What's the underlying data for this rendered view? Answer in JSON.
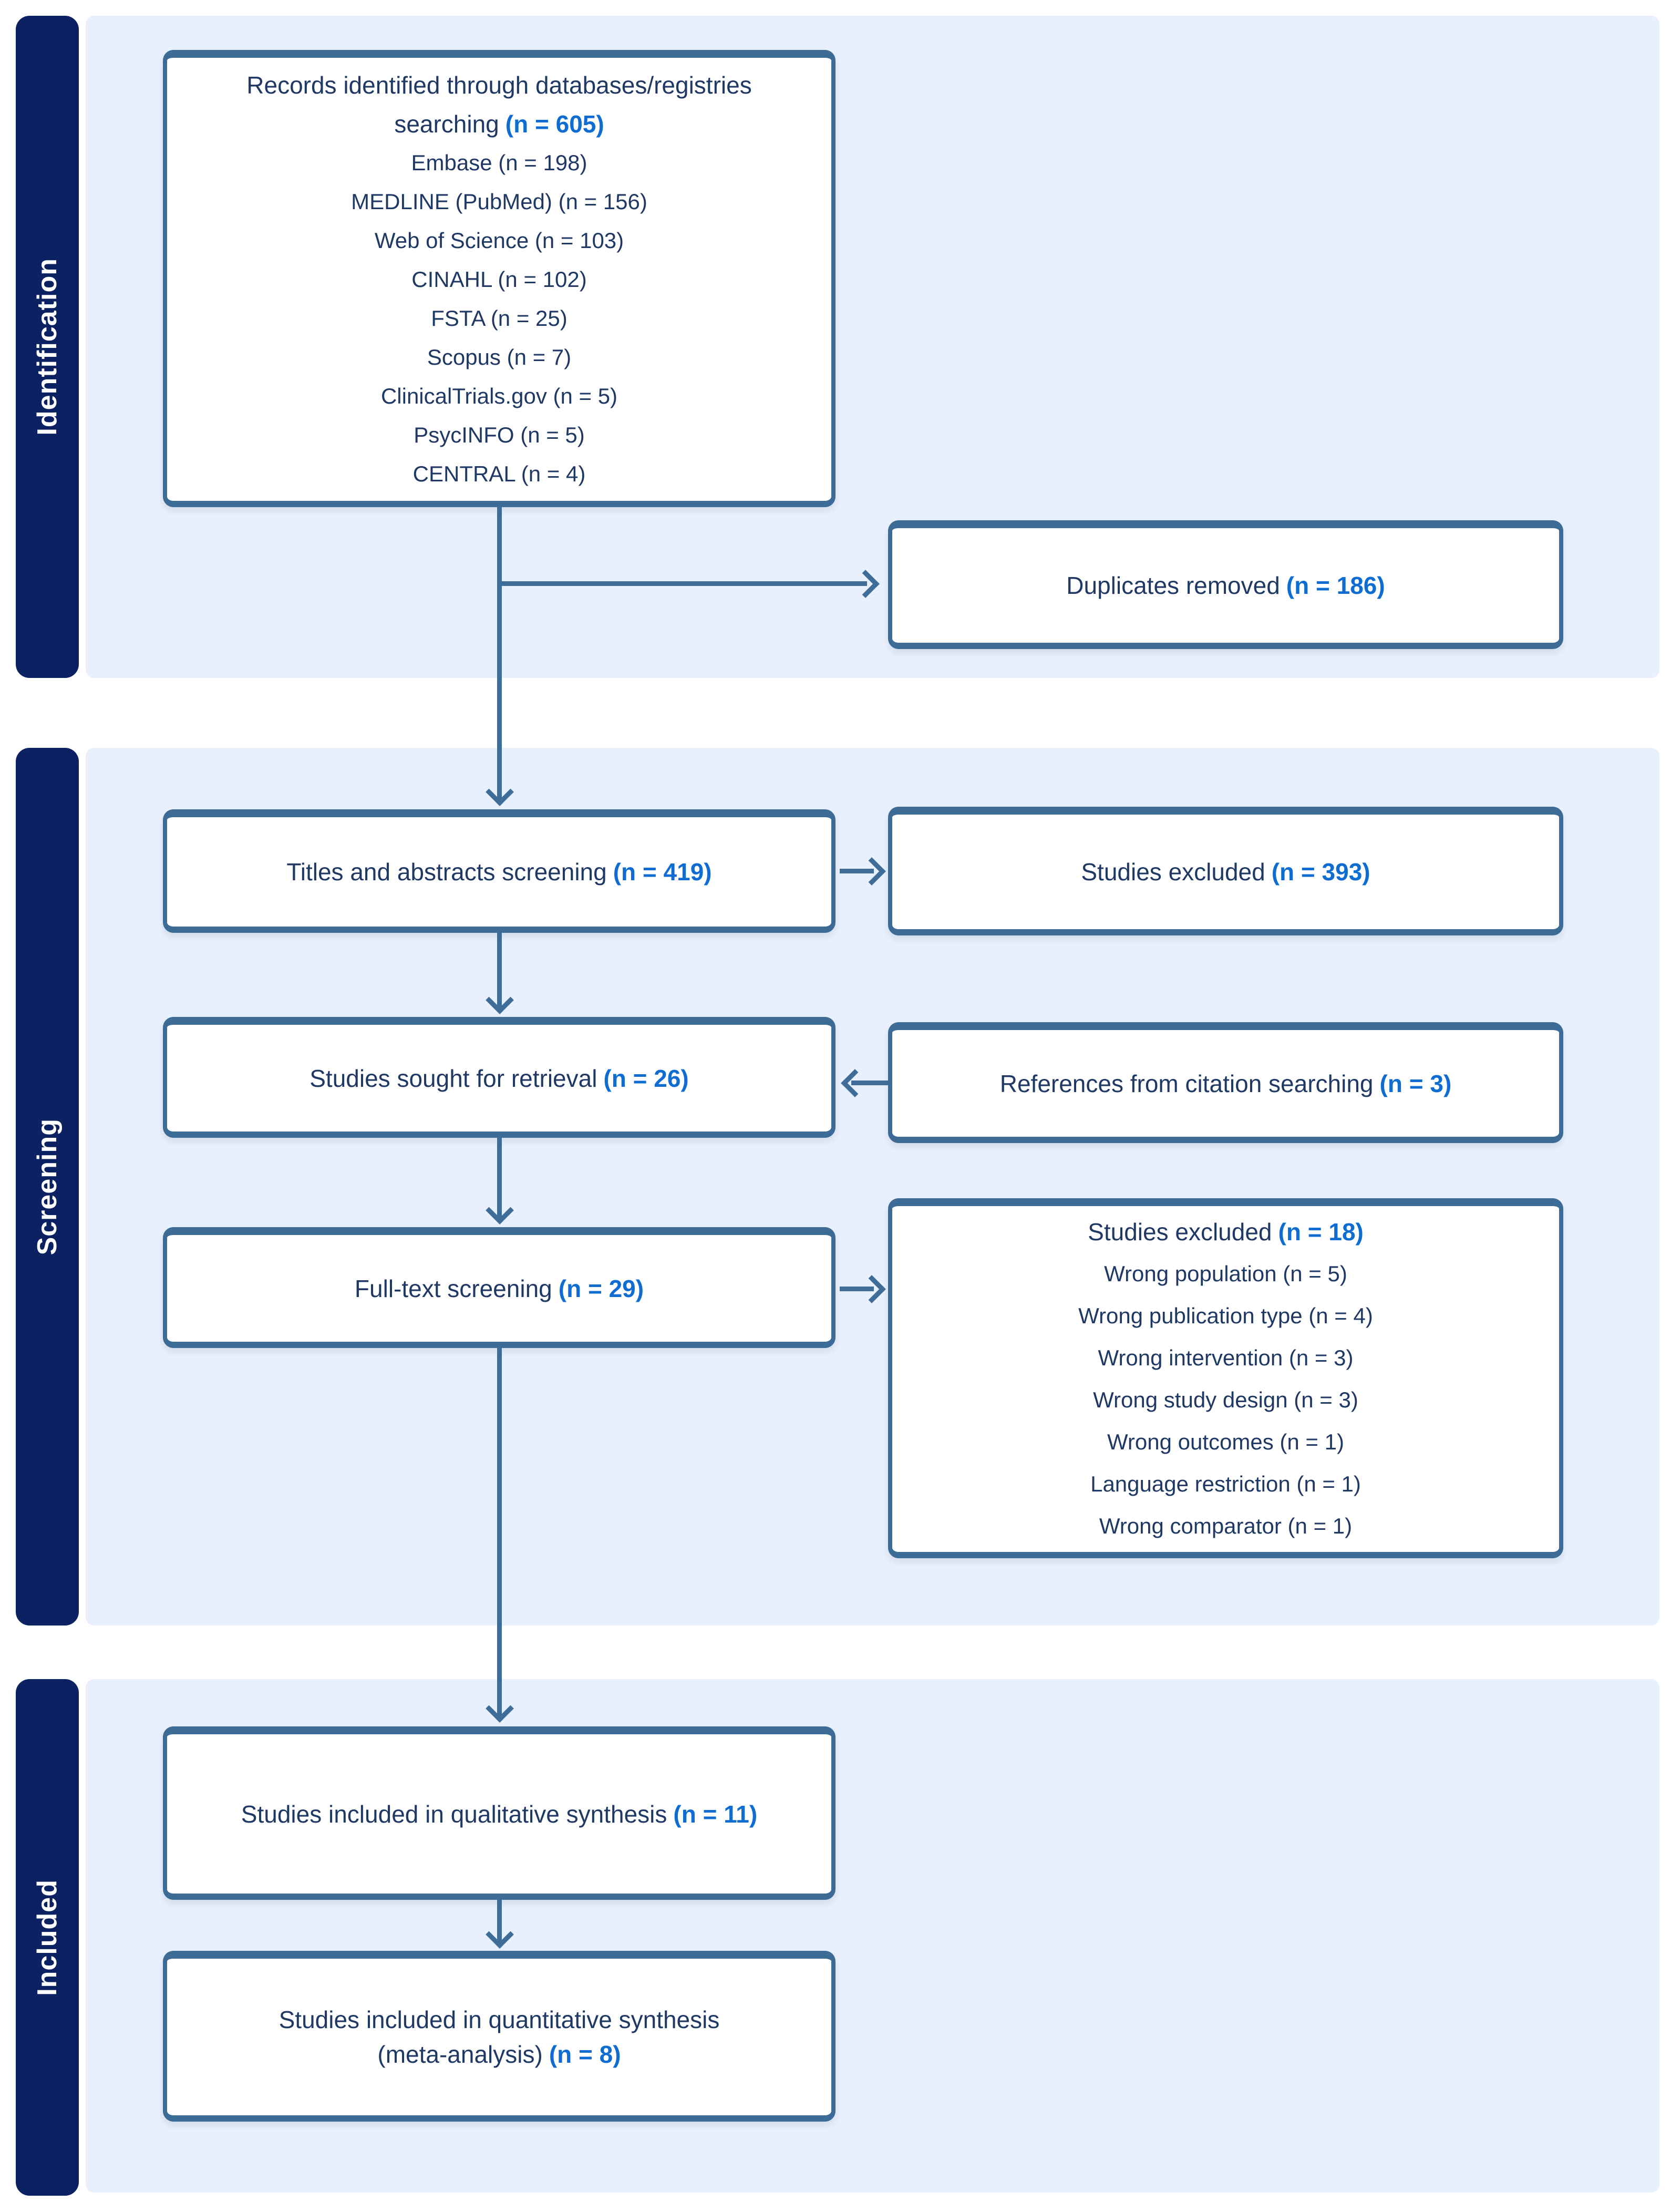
{
  "sections": [
    {
      "label": "Identification"
    },
    {
      "label": "Screening"
    },
    {
      "label": "Included"
    }
  ],
  "boxes": {
    "records": {
      "title": "Records identified through databases/registries searching",
      "n": "(n = 605)",
      "sources": [
        "Embase (n = 198)",
        "MEDLINE (PubMed) (n = 156)",
        "Web of Science (n = 103)",
        "CINAHL (n = 102)",
        "FSTA (n = 25)",
        "Scopus (n = 7)",
        "ClinicalTrials.gov (n = 5)",
        "PsycINFO (n = 5)",
        "CENTRAL (n = 4)"
      ]
    },
    "duplicates": {
      "title": "Duplicates removed",
      "n": "(n = 186)"
    },
    "titles_screening": {
      "title": "Titles and abstracts screening",
      "n": "(n = 419)"
    },
    "excluded_titles": {
      "title": "Studies excluded",
      "n": "(n = 393)"
    },
    "retrieval": {
      "title": "Studies sought for retrieval",
      "n": "(n = 26)"
    },
    "citation": {
      "title": "References from citation searching",
      "n": "(n = 3)"
    },
    "fulltext": {
      "title": "Full-text screening",
      "n": "(n = 29)"
    },
    "excluded_fulltext": {
      "title": "Studies excluded",
      "n": "(n = 18)",
      "reasons": [
        "Wrong population (n = 5)",
        "Wrong publication type (n = 4)",
        "Wrong intervention (n = 3)",
        "Wrong study design (n = 3)",
        "Wrong outcomes (n = 1)",
        "Language restriction (n = 1)",
        "Wrong comparator (n = 1)"
      ]
    },
    "qualitative": {
      "title": "Studies included in qualitative synthesis",
      "n": "(n = 11)"
    },
    "quantitative": {
      "title": "Studies included in quantitative synthesis",
      "line2": "(meta-analysis)",
      "n": "(n = 8)"
    }
  },
  "colors": {
    "navy_sidebar": "#0b2161",
    "panel_light_blue": "#e9f0fd",
    "box_border_steel": "#3c6b96",
    "text_navy": "#1f3864",
    "accent_blue": "#0f6cd1",
    "arrow_steel": "#3e6d99"
  }
}
